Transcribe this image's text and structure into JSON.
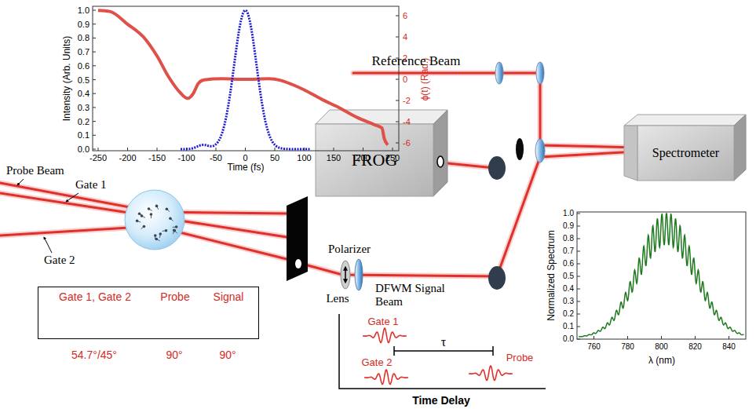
{
  "diagram": {
    "nodes": [
      {
        "text": [
          "FROG"
        ]
      },
      {
        "text": [
          "Spectrometer"
        ]
      },
      {
        "text": [
          "Gate 1, Gate 2",
          "Probe",
          "Signal"
        ]
      }
    ],
    "labels": [
      "Intensity (Arb. Units)",
      "ϕ(t) (Rad.)",
      "Time (fs)",
      "0.0",
      "0.1",
      "0.2",
      "0.3",
      "0.4",
      "0.5",
      "0.6",
      "0.7",
      "0.8",
      "0.9",
      "1.0",
      "6",
      "4",
      "2",
      "0",
      "-2",
      "-4",
      "-6",
      "-250",
      "-200",
      "-150",
      "-100",
      "-50",
      "0",
      "50",
      "100",
      "150",
      "200",
      "250",
      "Reference Beam",
      "Probe Beam",
      "Gate 1",
      "Gate 2",
      "Polarizer",
      "Lens",
      "DFWM Signal Beam",
      "54.7°/45°",
      "90°",
      "90°",
      "Gate 1",
      "Gate 2",
      "τ",
      "Probe",
      "Time Delay",
      "Normalized Spectrum",
      "λ (nm)",
      "0.0",
      "0.1",
      "0.2",
      "0.3",
      "0.4",
      "0.5",
      "0.6",
      "0.7",
      "0.8",
      "0.9",
      "1.0",
      "760",
      "780",
      "800",
      "820",
      "840"
    ]
  }
}
